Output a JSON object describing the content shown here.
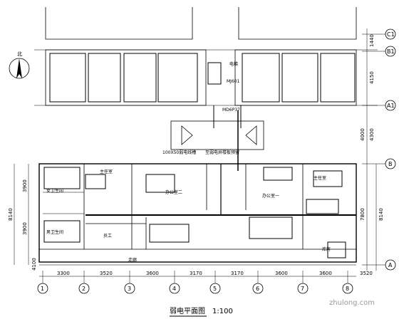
{
  "drawing": {
    "title": "弱电平面图",
    "scale": "1:100",
    "north_label": "北",
    "duct_label": "100X50弱电线槽",
    "duct_label2": "至弱电井楼板预留",
    "watermark": "zhulong.com",
    "column_axes": [
      "1",
      "2",
      "3",
      "4",
      "5",
      "6",
      "7",
      "8"
    ],
    "row_axes": [
      "C1",
      "B1",
      "A1",
      "B",
      "A"
    ],
    "bottom_dims": [
      "3300",
      "3520",
      "3600",
      "3170",
      "3170",
      "3600",
      "3600",
      "3520"
    ],
    "right_dims": [
      "1440",
      "4150",
      "4000",
      "4300",
      "7800",
      "8140"
    ],
    "left_dims": [
      "8140",
      "3900",
      "3900",
      "4100"
    ],
    "corridor_label": "电梯",
    "stair_label": "MD6P37",
    "shaft_label": "MJ601",
    "rooms": {
      "toilet_f": "女卫生间",
      "toilet_m": "男卫生间",
      "office_l": "主任室",
      "office_2": "办公室二",
      "office_1": "办公室一",
      "office_r": "主任室",
      "staff": "员工",
      "corridor": "走廊",
      "storage": "库房"
    }
  }
}
